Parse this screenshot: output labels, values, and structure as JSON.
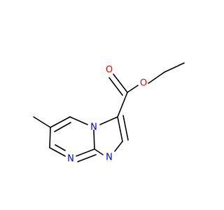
{
  "molecule": {
    "colors": {
      "bond": "#000000",
      "nitrogen": "#0000ff",
      "oxygen": "#ff0000"
    },
    "atoms": {
      "n_bridge": "N",
      "n_pyrimidine": "N",
      "n_imidazole": "N",
      "o_carbonyl": "O",
      "o_ester": "O"
    }
  }
}
